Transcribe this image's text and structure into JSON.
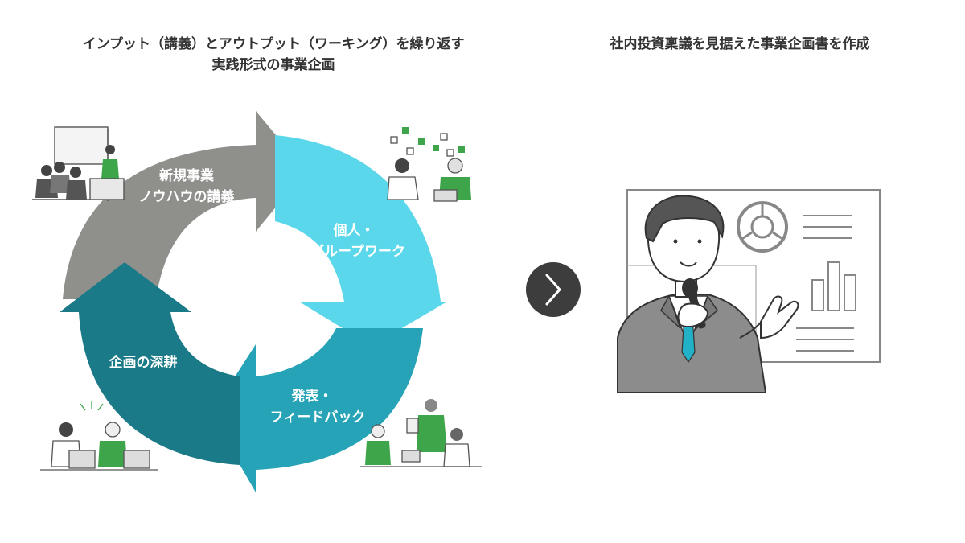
{
  "left_heading": {
    "line1": "インプット（講義）とアウトプット（ワーキング）を繰り返す",
    "line2": "実践形式の事業企画"
  },
  "right_heading": "社内投資稟議を見据えた事業企画書を作成",
  "cycle": [
    {
      "line1": "新規事業",
      "line2": "ノウハウの講義",
      "color": "#8f8f8c"
    },
    {
      "line1": "個人・",
      "line2": "グループワーク",
      "color": "#5ad7ea"
    },
    {
      "line1": "発表・",
      "line2": "フィードバック",
      "color": "#26a3b6"
    },
    {
      "line1": "企画の深耕",
      "line2": "",
      "color": "#1b7a87"
    }
  ],
  "icons": {
    "next": "chevron-right-icon",
    "lecture": "lecture-illustration",
    "workshop": "workshop-illustration",
    "presentation": "presentation-illustration",
    "deepening": "team-laptop-illustration",
    "presenter": "presenter-with-microphone-illustration"
  },
  "colors": {
    "accent_green": "#3fa54a",
    "arrow_button": "#3d3d3d",
    "line_art": "#555555"
  }
}
